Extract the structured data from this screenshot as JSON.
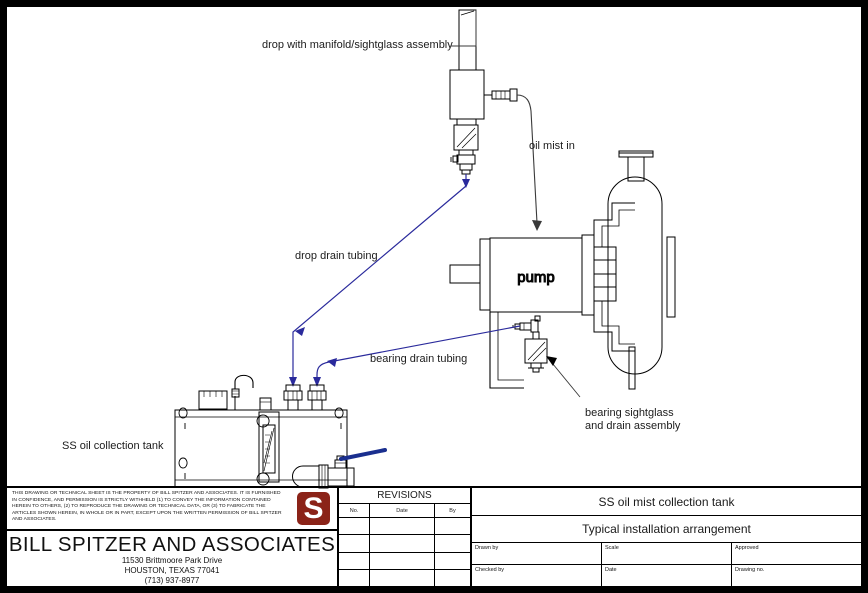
{
  "drawing": {
    "annotations": [
      {
        "id": "drop-assembly",
        "text": "drop with manifold/sightglass assembly"
      },
      {
        "id": "oil-mist-in",
        "text": "oil mist in"
      },
      {
        "id": "drop-drain-tubing",
        "text": "drop drain tubing"
      },
      {
        "id": "bearing-drain-tubing",
        "text": "bearing drain tubing"
      },
      {
        "id": "bearing-sightglass",
        "text": "bearing sightglass\nand drain assembly"
      },
      {
        "id": "tank",
        "text": "SS oil collection tank"
      },
      {
        "id": "pump",
        "text": "pump"
      }
    ],
    "colors": {
      "line": "#000000",
      "tubing": "#2a2a9c",
      "valve_handle": "#1a2f8f",
      "logo": "#8b2318"
    }
  },
  "titleblock": {
    "legal": "THIS DRAWING OR TECHNICAL SHEET IS THE PROPERTY OF BILL SPITZER AND ASSOCIATES. IT IS FURNISHED IN CONFIDENCE, AND PERMISSION IS STRICTLY WITHHELD  (1) TO CONVEY THE INFORMATION CONTAINED HEREIN TO OTHERS, (2) TO REPRODUCE THE DRAWING OR TECHNICAL DATA, OR (3) TO FABRICATE THE ARTICLES SHOWN HEREIN, IN WHOLE OR IN PART, EXCEPT UPON THE WRITTEN PERMISSION OF BILL SPITZER AND ASSOCIATES.",
    "logo_letter": "S",
    "company_name": "BILL SPITZER AND ASSOCIATES",
    "address_line1": "11530 Brittmoore Park Drive",
    "address_line2": "HOUSTON, TEXAS  77041",
    "phone": "(713) 937-8977",
    "revisions": {
      "title": "REVISIONS",
      "columns": [
        "No.",
        "Date",
        "By"
      ],
      "rows": [
        {
          "no": "",
          "date": "",
          "by": ""
        },
        {
          "no": "",
          "date": "",
          "by": ""
        },
        {
          "no": "",
          "date": "",
          "by": ""
        },
        {
          "no": "",
          "date": "",
          "by": ""
        }
      ]
    },
    "title_1": "SS oil mist collection tank",
    "title_2": "Typical installation arrangement",
    "fields": {
      "drawn_by": "Drawn by",
      "scale": "Scale",
      "approved": "Approved",
      "checked_by": "Checked by",
      "date": "Date",
      "drawing_no": "Drawing no."
    }
  }
}
